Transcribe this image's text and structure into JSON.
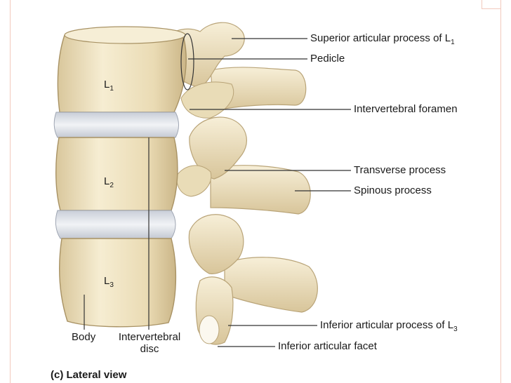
{
  "labels": {
    "superior_articular_process": "Superior articular process of L",
    "superior_articular_process_sub": "1",
    "pedicle": "Pedicle",
    "intervertebral_foramen": "Intervertebral foramen",
    "transverse_process": "Transverse process",
    "spinous_process": "Spinous process",
    "inferior_articular_process": "Inferior articular process of L",
    "inferior_articular_process_sub": "3",
    "inferior_articular_facet": "Inferior articular facet",
    "body": "Body",
    "intervertebral_disc_line1": "Intervertebral",
    "intervertebral_disc_line2": "disc"
  },
  "vertebra_labels": [
    {
      "letter": "L",
      "sub": "1"
    },
    {
      "letter": "L",
      "sub": "2"
    },
    {
      "letter": "L",
      "sub": "3"
    }
  ],
  "caption": "(c) Lateral view",
  "colors": {
    "bone": "#efe3c2",
    "bone_shadow": "#cdb98d",
    "bone_highlight": "#f8f1dc",
    "disc": "#dfe3ea",
    "line": "#333333",
    "frame": "#f2c9bd"
  }
}
